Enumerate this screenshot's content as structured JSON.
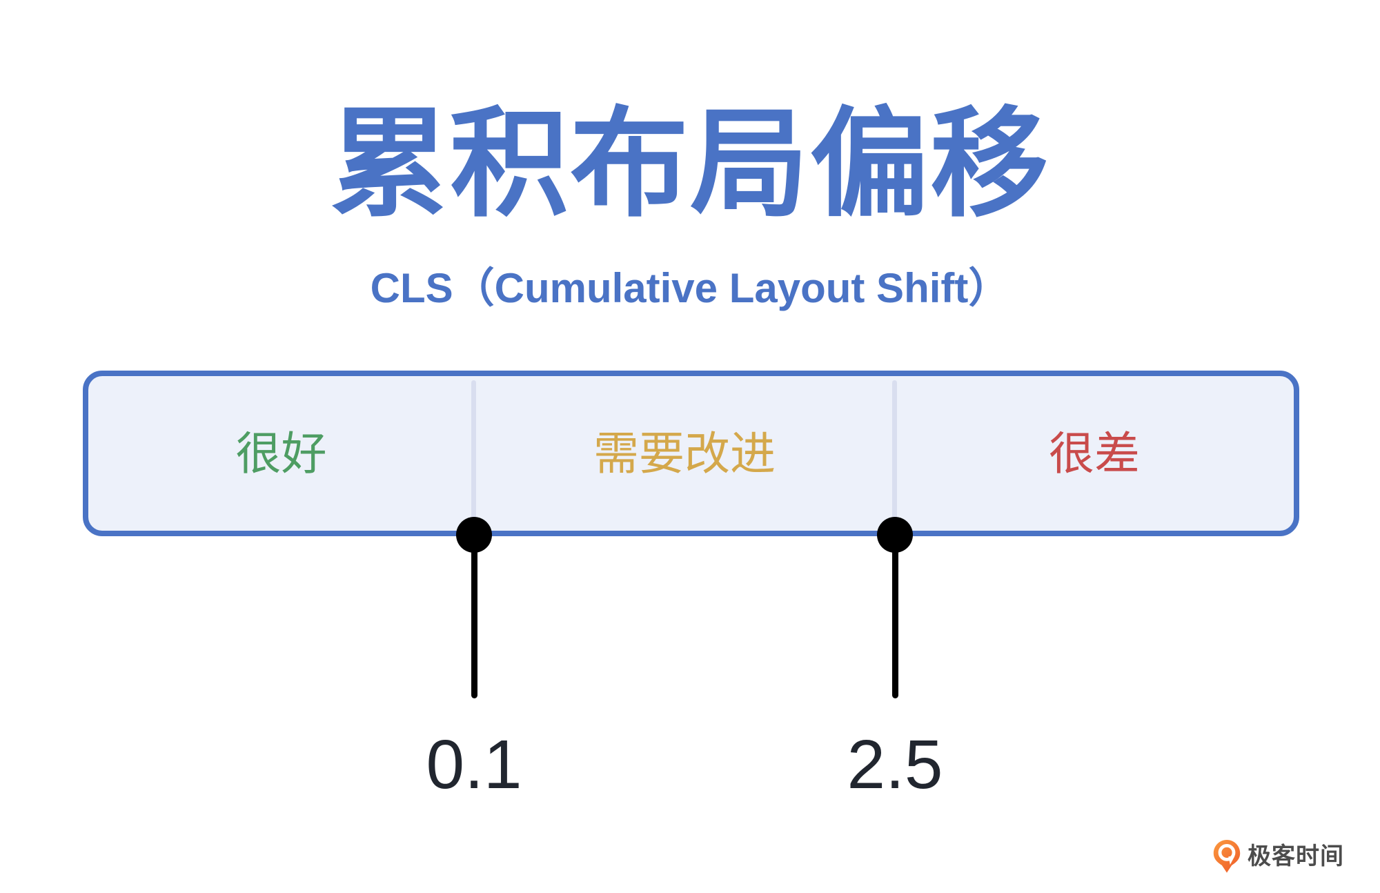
{
  "title": {
    "text": "累积布局偏移",
    "color": "#4a73c5"
  },
  "subtitle": {
    "text": "CLS（Cumulative Layout Shift）",
    "color": "#4a73c5"
  },
  "scale_bar": {
    "border_color": "#4a73c5",
    "fill_color": "#edf1fa",
    "divider_color": "#d9deef",
    "segments": [
      {
        "label": "很好",
        "color": "#4e9d63",
        "meaning": "good"
      },
      {
        "label": "需要改进",
        "color": "#d4a84b",
        "meaning": "needs-improvement"
      },
      {
        "label": "很差",
        "color": "#c94b4b",
        "meaning": "poor"
      }
    ]
  },
  "thresholds": {
    "marker_color": "#000000",
    "value_color": "#21262f",
    "values": [
      {
        "value": "0.1"
      },
      {
        "value": "2.5"
      }
    ]
  },
  "logo": {
    "icon": "geek-time-pin-icon",
    "icon_color": "#f5742d",
    "text": "极客时间",
    "text_color": "#4c4c4c"
  }
}
